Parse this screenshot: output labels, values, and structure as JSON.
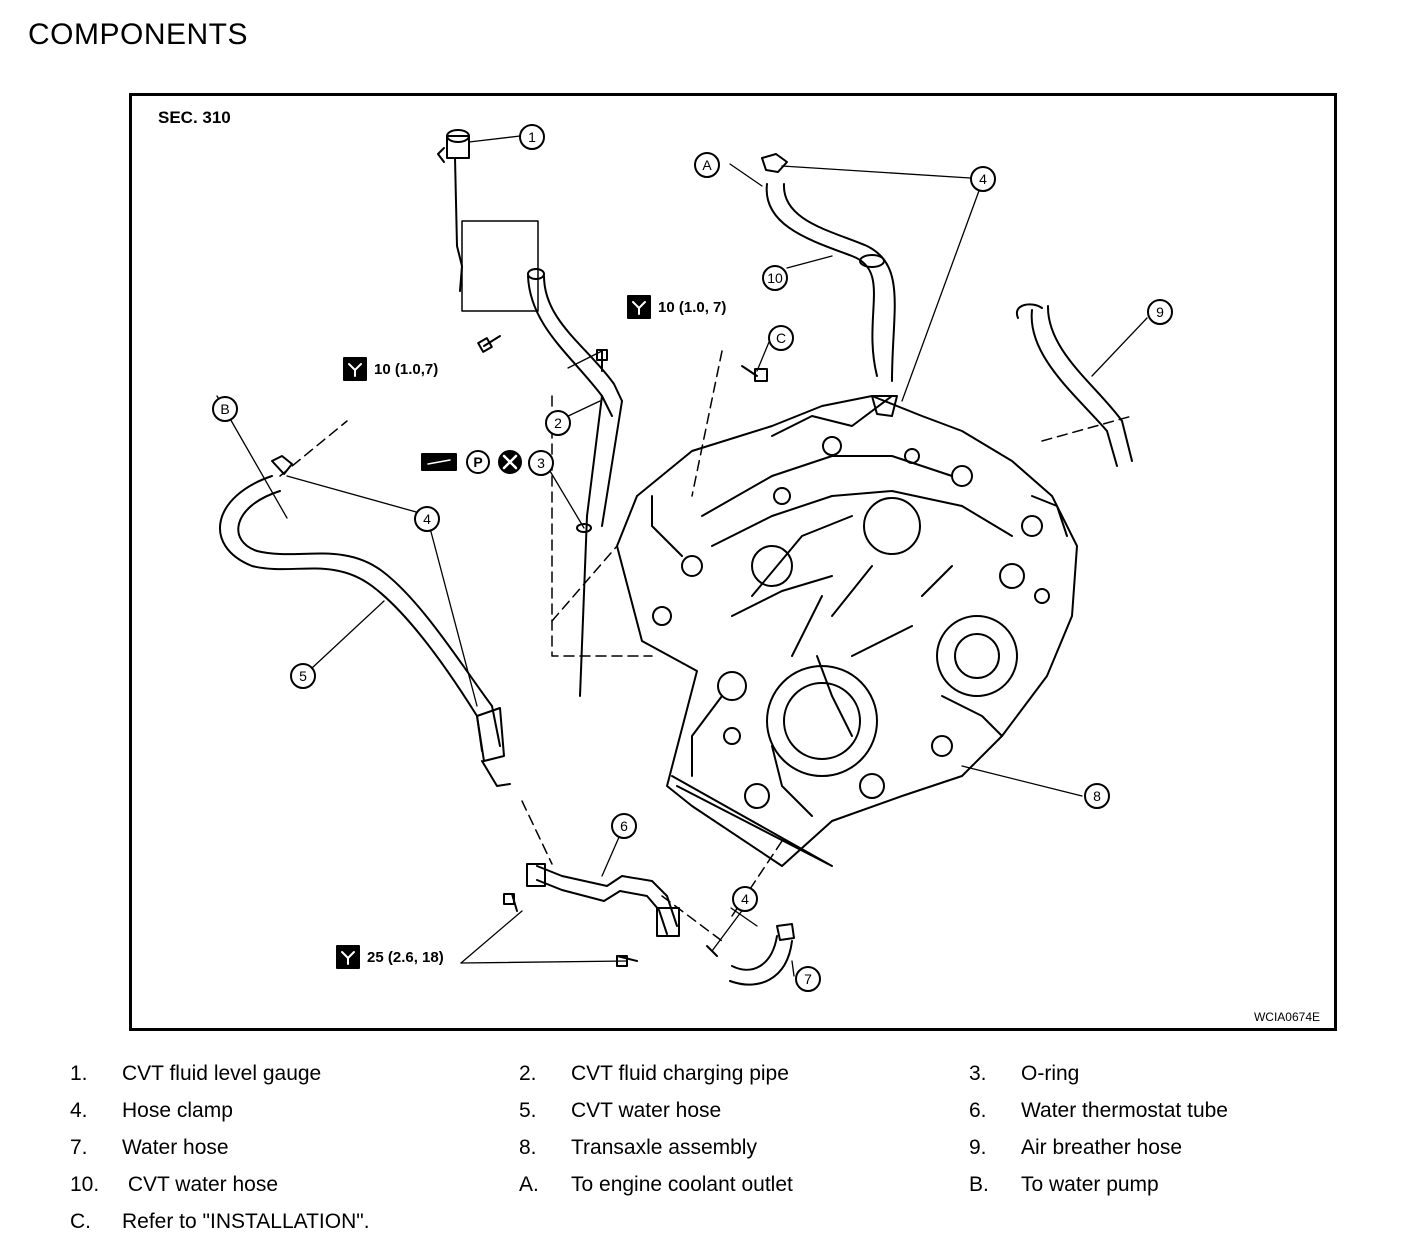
{
  "page": {
    "title": "COMPONENTS"
  },
  "figure": {
    "section_label": "SEC. 310",
    "figure_id": "WCIA0674E",
    "torque_labels": {
      "t1": "10 (1.0,7)",
      "t2": "10 (1.0, 7)",
      "t3": "25 (2.6, 18)"
    },
    "callouts": {
      "c1": "1",
      "c2": "2",
      "c3": "3",
      "c4a": "4",
      "c4b": "4",
      "c4c": "4",
      "c5": "5",
      "c6": "6",
      "c7": "7",
      "c8": "8",
      "c9": "9",
      "c10": "10",
      "cA": "A",
      "cB": "B",
      "cC": "C",
      "cP": "P"
    }
  },
  "legend": [
    {
      "num": "1.",
      "text": "CVT fluid level gauge"
    },
    {
      "num": "2.",
      "text": "CVT fluid charging pipe"
    },
    {
      "num": "3.",
      "text": "O-ring"
    },
    {
      "num": "4.",
      "text": "Hose clamp"
    },
    {
      "num": "5.",
      "text": "CVT water hose"
    },
    {
      "num": "6.",
      "text": "Water thermostat tube"
    },
    {
      "num": "7.",
      "text": "Water hose"
    },
    {
      "num": "8.",
      "text": "Transaxle assembly"
    },
    {
      "num": "9.",
      "text": "Air breather hose"
    },
    {
      "num": "10.",
      "text": " CVT water hose"
    },
    {
      "num": "A.",
      "text": "To engine coolant outlet"
    },
    {
      "num": "B.",
      "text": "To water pump"
    },
    {
      "num": "C.",
      "text": "Refer to \"INSTALLATION\"."
    }
  ]
}
